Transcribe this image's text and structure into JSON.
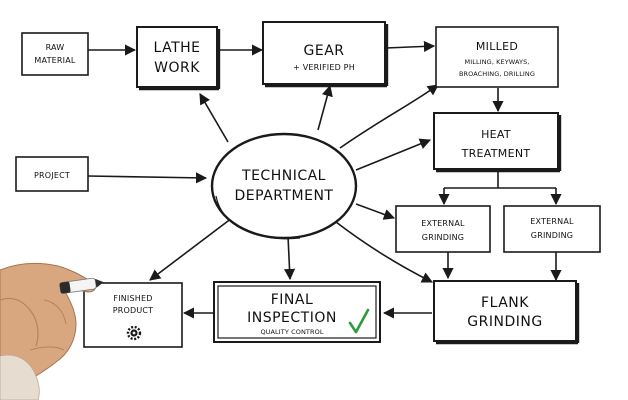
{
  "nodes": {
    "raw_material": [
      "RAW",
      "MATERIAL"
    ],
    "lathe_work": [
      "LATHE",
      "WORK"
    ],
    "gear": "GEAR",
    "gear_sub": "+ VERIFIED PH",
    "milled": "MILLED",
    "milled_sub1": "MILLING, KEYWAYS,",
    "milled_sub2": "BROACHING, DRILLING",
    "project": "PROJECT",
    "technical_department": [
      "TECHNICAL",
      "DEPARTMENT"
    ],
    "heat_treatment": [
      "HEAT",
      "TREATMENT"
    ],
    "external_grinding_1": [
      "EXTERNAL",
      "GRINDING"
    ],
    "external_grinding_2": [
      "EXTERNAL",
      "GRINDING"
    ],
    "finished_product": [
      "FINISHED",
      "PRODUCT"
    ],
    "final_inspection": [
      "FINAL",
      "INSPECTION"
    ],
    "quality_control": "QUALITY CONTROL",
    "flank_grinding": [
      "FLANK",
      "GRINDING"
    ]
  },
  "icons": {
    "check": "check-icon",
    "gear": "gear-icon",
    "hand": "hand-with-marker"
  },
  "colors": {
    "ink": "#1a1a1a",
    "check": "#2e9b3a"
  }
}
